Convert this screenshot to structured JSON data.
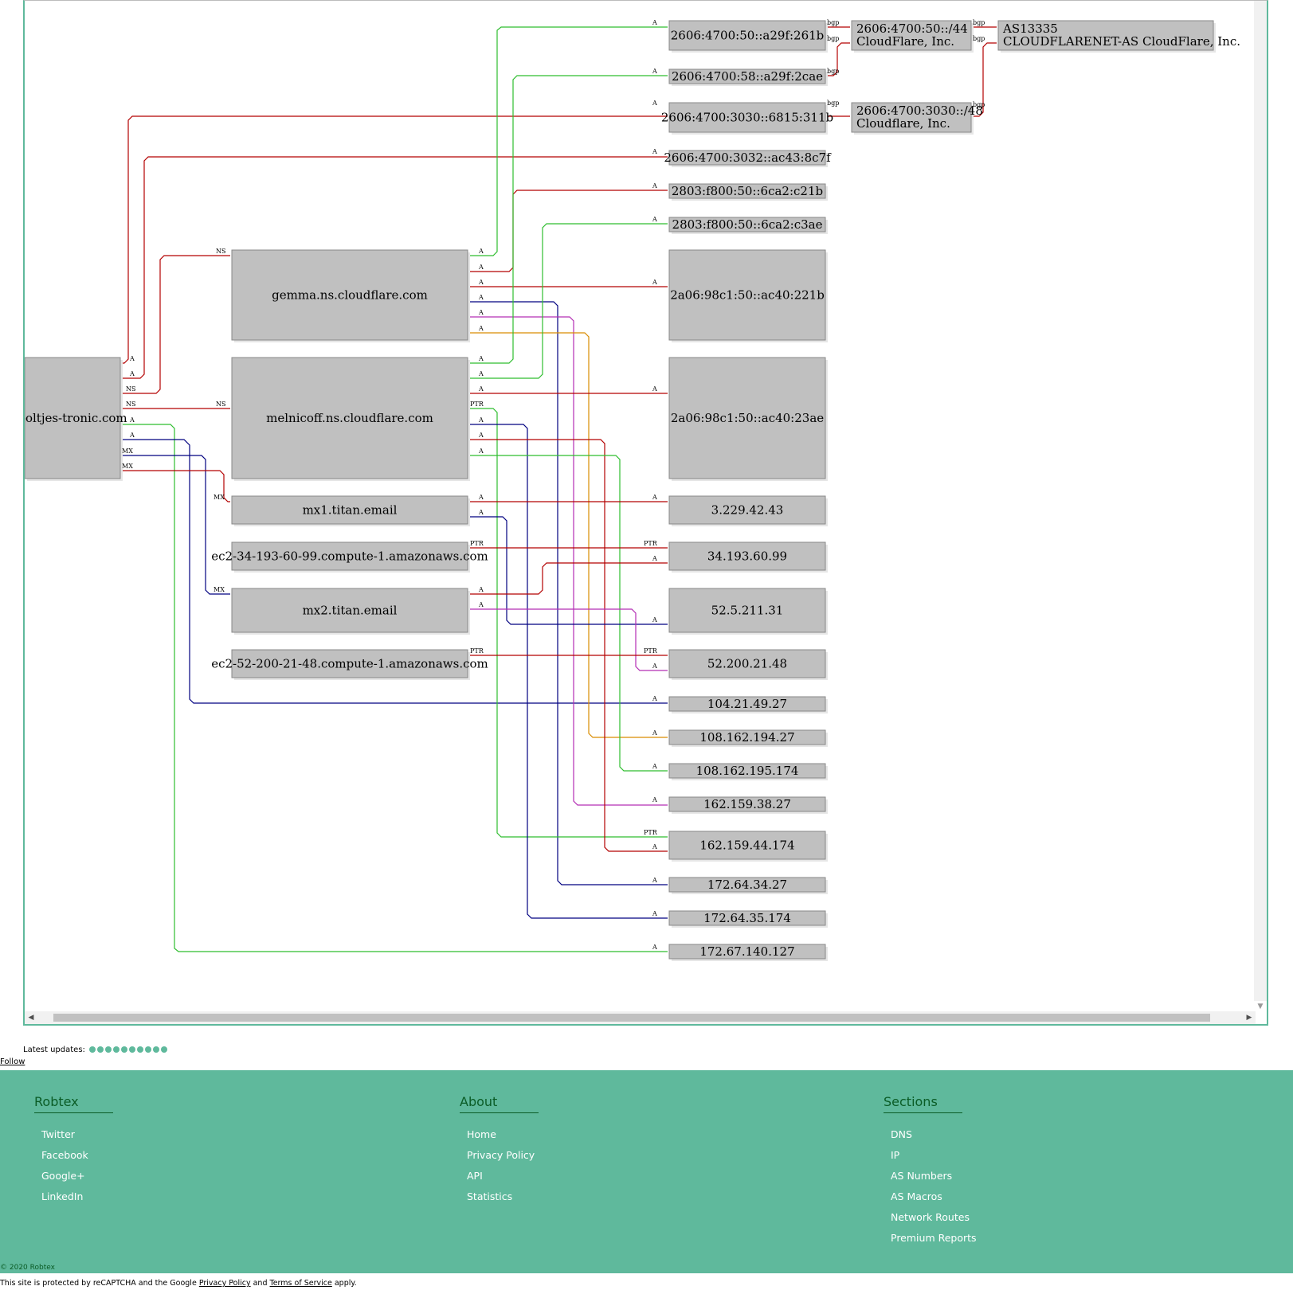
{
  "graph": {
    "nodes": [
      {
        "id": "boltjes",
        "label": "boltjes-tronic.com"
      },
      {
        "id": "gemma",
        "label": "gemma.ns.cloudflare.com"
      },
      {
        "id": "melnicoff",
        "label": "melnicoff.ns.cloudflare.com"
      },
      {
        "id": "mx1",
        "label": "mx1.titan.email"
      },
      {
        "id": "ec2a",
        "label": "ec2-34-193-60-99.compute-1.amazonaws.com"
      },
      {
        "id": "mx2",
        "label": "mx2.titan.email"
      },
      {
        "id": "ec2b",
        "label": "ec2-52-200-21-48.compute-1.amazonaws.com"
      },
      {
        "id": "v6a",
        "label": "2606:4700:50::a29f:261b"
      },
      {
        "id": "v6b",
        "label": "2606:4700:58::a29f:2cae"
      },
      {
        "id": "v6c",
        "label": "2606:4700:3030::6815:311b"
      },
      {
        "id": "v6d",
        "label": "2606:4700:3032::ac43:8c7f"
      },
      {
        "id": "v6e",
        "label": "2803:f800:50::6ca2:c21b"
      },
      {
        "id": "v6f",
        "label": "2803:f800:50::6ca2:c3ae"
      },
      {
        "id": "v6g",
        "label": "2a06:98c1:50::ac40:221b"
      },
      {
        "id": "v6h",
        "label": "2a06:98c1:50::ac40:23ae"
      },
      {
        "id": "ip1",
        "label": "3.229.42.43"
      },
      {
        "id": "ip2",
        "label": "34.193.60.99"
      },
      {
        "id": "ip3",
        "label": "52.5.211.31"
      },
      {
        "id": "ip4",
        "label": "52.200.21.48"
      },
      {
        "id": "ip5",
        "label": "104.21.49.27"
      },
      {
        "id": "ip6",
        "label": "108.162.194.27"
      },
      {
        "id": "ip7",
        "label": "108.162.195.174"
      },
      {
        "id": "ip8",
        "label": "162.159.38.27"
      },
      {
        "id": "ip9",
        "label": "162.159.44.174"
      },
      {
        "id": "ip10",
        "label": "172.64.34.27"
      },
      {
        "id": "ip11",
        "label": "172.64.35.174"
      },
      {
        "id": "ip12",
        "label": "172.67.140.127"
      },
      {
        "id": "pfx1",
        "label": "2606:4700:50::/44",
        "label2": "CloudFlare, Inc."
      },
      {
        "id": "pfx2",
        "label": "2606:4700:3030::/48",
        "label2": "Cloudflare, Inc."
      },
      {
        "id": "as",
        "label": "AS13335",
        "label2": "CLOUDFLARENET-AS CloudFlare, Inc."
      }
    ],
    "edge_labels": {
      "a": "A",
      "ns": "NS",
      "mx": "MX",
      "ptr": "PTR",
      "bgp": "bgp"
    },
    "colors": {
      "red": "#b30000",
      "green": "#2ebd2e",
      "blue": "#000080",
      "magenta": "#b32db3",
      "orange": "#d98c00",
      "node_fill": "#c0c0c0"
    }
  },
  "updates": {
    "label": "Latest updates:"
  },
  "follow": {
    "label": "Follow"
  },
  "footer": {
    "robtex": {
      "title": "Robtex",
      "items": [
        "Twitter",
        "Facebook",
        "Google+",
        "LinkedIn"
      ]
    },
    "about": {
      "title": "About",
      "items": [
        "Home",
        "Privacy Policy",
        "API",
        "Statistics"
      ]
    },
    "sections": {
      "title": "Sections",
      "items": [
        "DNS",
        "IP",
        "AS Numbers",
        "AS Macros",
        "Network Routes",
        "Premium Reports"
      ]
    },
    "copyright": "© 2020 Robtex"
  },
  "recaptcha": {
    "pre": "This site is protected by reCAPTCHA and the Google",
    "privacy": "Privacy Policy",
    "and": "and",
    "terms": "Terms of Service",
    "post": "apply."
  }
}
